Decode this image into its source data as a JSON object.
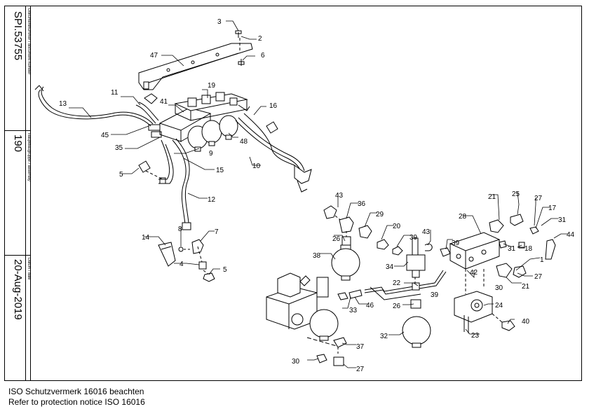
{
  "title_block": {
    "document_number": {
      "value": "SPI.53755",
      "caption": "Dokumentnummer / document number"
    },
    "assembly": {
      "value": "190",
      "caption": "Hauptbaugruppe / assembly"
    },
    "date": {
      "value": "20-Aug-2019",
      "caption": "Datum / date"
    }
  },
  "callouts": [
    "3",
    "2",
    "47",
    "6",
    "13",
    "11",
    "19",
    "41",
    "16",
    "45",
    "48",
    "35",
    "9",
    "10",
    "5",
    "15",
    "12",
    "43",
    "36",
    "29",
    "20",
    "39",
    "21",
    "25",
    "27",
    "17",
    "31",
    "44",
    "14",
    "8",
    "7",
    "26",
    "43",
    "28",
    "18",
    "38",
    "34",
    "39",
    "1",
    "31",
    "4",
    "5",
    "42",
    "27",
    "22",
    "46",
    "30",
    "21",
    "26",
    "24",
    "33",
    "39",
    "40",
    "23",
    "32",
    "37",
    "30",
    "27"
  ],
  "notes": {
    "line1": "ISO Schutzvermerk 16016 beachten",
    "line2": "Refer to protection notice ISO 16016"
  }
}
